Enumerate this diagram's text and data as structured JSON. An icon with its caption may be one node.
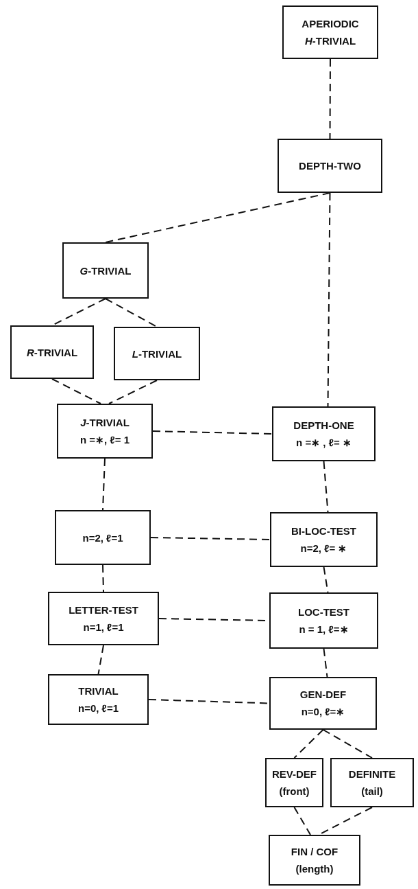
{
  "diagram": {
    "nodes": [
      {
        "text": [
          "APERIODIC",
          "*H*-TRIVIAL"
        ]
      },
      {
        "text": [
          "DEPTH-TWO"
        ]
      },
      {
        "text": [
          "*G*-TRIVIAL"
        ]
      },
      {
        "text": [
          "*R*-TRIVIAL"
        ]
      },
      {
        "text": [
          "*L*-TRIVIAL"
        ]
      },
      {
        "text": [
          "*J*-TRIVIAL",
          "n =∗, ℓ= 1"
        ]
      },
      {
        "text": [
          "DEPTH-ONE",
          "n =∗ , ℓ= ∗"
        ]
      },
      {
        "text": [
          "n=2, ℓ=1"
        ]
      },
      {
        "text": [
          "BI-LOC-TEST",
          "n=2, ℓ= ∗"
        ]
      },
      {
        "text": [
          "LETTER-TEST",
          "n=1, ℓ=1"
        ]
      },
      {
        "text": [
          "LOC-TEST",
          "n = 1, ℓ=∗"
        ]
      },
      {
        "text": [
          "TRIVIAL",
          "n=0, ℓ=1"
        ]
      },
      {
        "text": [
          "GEN-DEF",
          "n=0, ℓ=∗"
        ]
      },
      {
        "text": [
          "REV-DEF",
          "(front)"
        ]
      },
      {
        "text": [
          "DEFINITE",
          "(tail)"
        ]
      },
      {
        "text": [
          "FIN / COF",
          "(length)"
        ]
      }
    ],
    "edges": [
      {
        "from": 0,
        "to": 1,
        "arrow": "none",
        "style": "dashed"
      },
      {
        "from": 1,
        "to": 2,
        "arrow": "none",
        "style": "dashed"
      },
      {
        "from": 1,
        "to": 6,
        "arrow": "none",
        "style": "dashed"
      },
      {
        "from": 2,
        "to": 3,
        "arrow": "none",
        "style": "dashed"
      },
      {
        "from": 2,
        "to": 4,
        "arrow": "none",
        "style": "dashed"
      },
      {
        "from": 3,
        "to": 5,
        "arrow": "none",
        "style": "dashed"
      },
      {
        "from": 4,
        "to": 5,
        "arrow": "none",
        "style": "dashed"
      },
      {
        "from": 5,
        "to": 6,
        "arrow": "none",
        "style": "dashed"
      },
      {
        "from": 5,
        "to": 7,
        "arrow": "none",
        "style": "dashed"
      },
      {
        "from": 6,
        "to": 8,
        "arrow": "none",
        "style": "dashed"
      },
      {
        "from": 7,
        "to": 8,
        "arrow": "none",
        "style": "dashed"
      },
      {
        "from": 7,
        "to": 9,
        "arrow": "none",
        "style": "dashed"
      },
      {
        "from": 8,
        "to": 10,
        "arrow": "none",
        "style": "dashed"
      },
      {
        "from": 9,
        "to": 10,
        "arrow": "none",
        "style": "dashed"
      },
      {
        "from": 9,
        "to": 11,
        "arrow": "none",
        "style": "dashed"
      },
      {
        "from": 10,
        "to": 12,
        "arrow": "none",
        "style": "dashed"
      },
      {
        "from": 11,
        "to": 12,
        "arrow": "none",
        "style": "dashed"
      },
      {
        "from": 12,
        "to": 13,
        "arrow": "none",
        "style": "dashed"
      },
      {
        "from": 12,
        "to": 14,
        "arrow": "none",
        "style": "dashed"
      },
      {
        "from": 13,
        "to": 15,
        "arrow": "none",
        "style": "dashed"
      },
      {
        "from": 14,
        "to": 15,
        "arrow": "none",
        "style": "dashed"
      }
    ]
  }
}
